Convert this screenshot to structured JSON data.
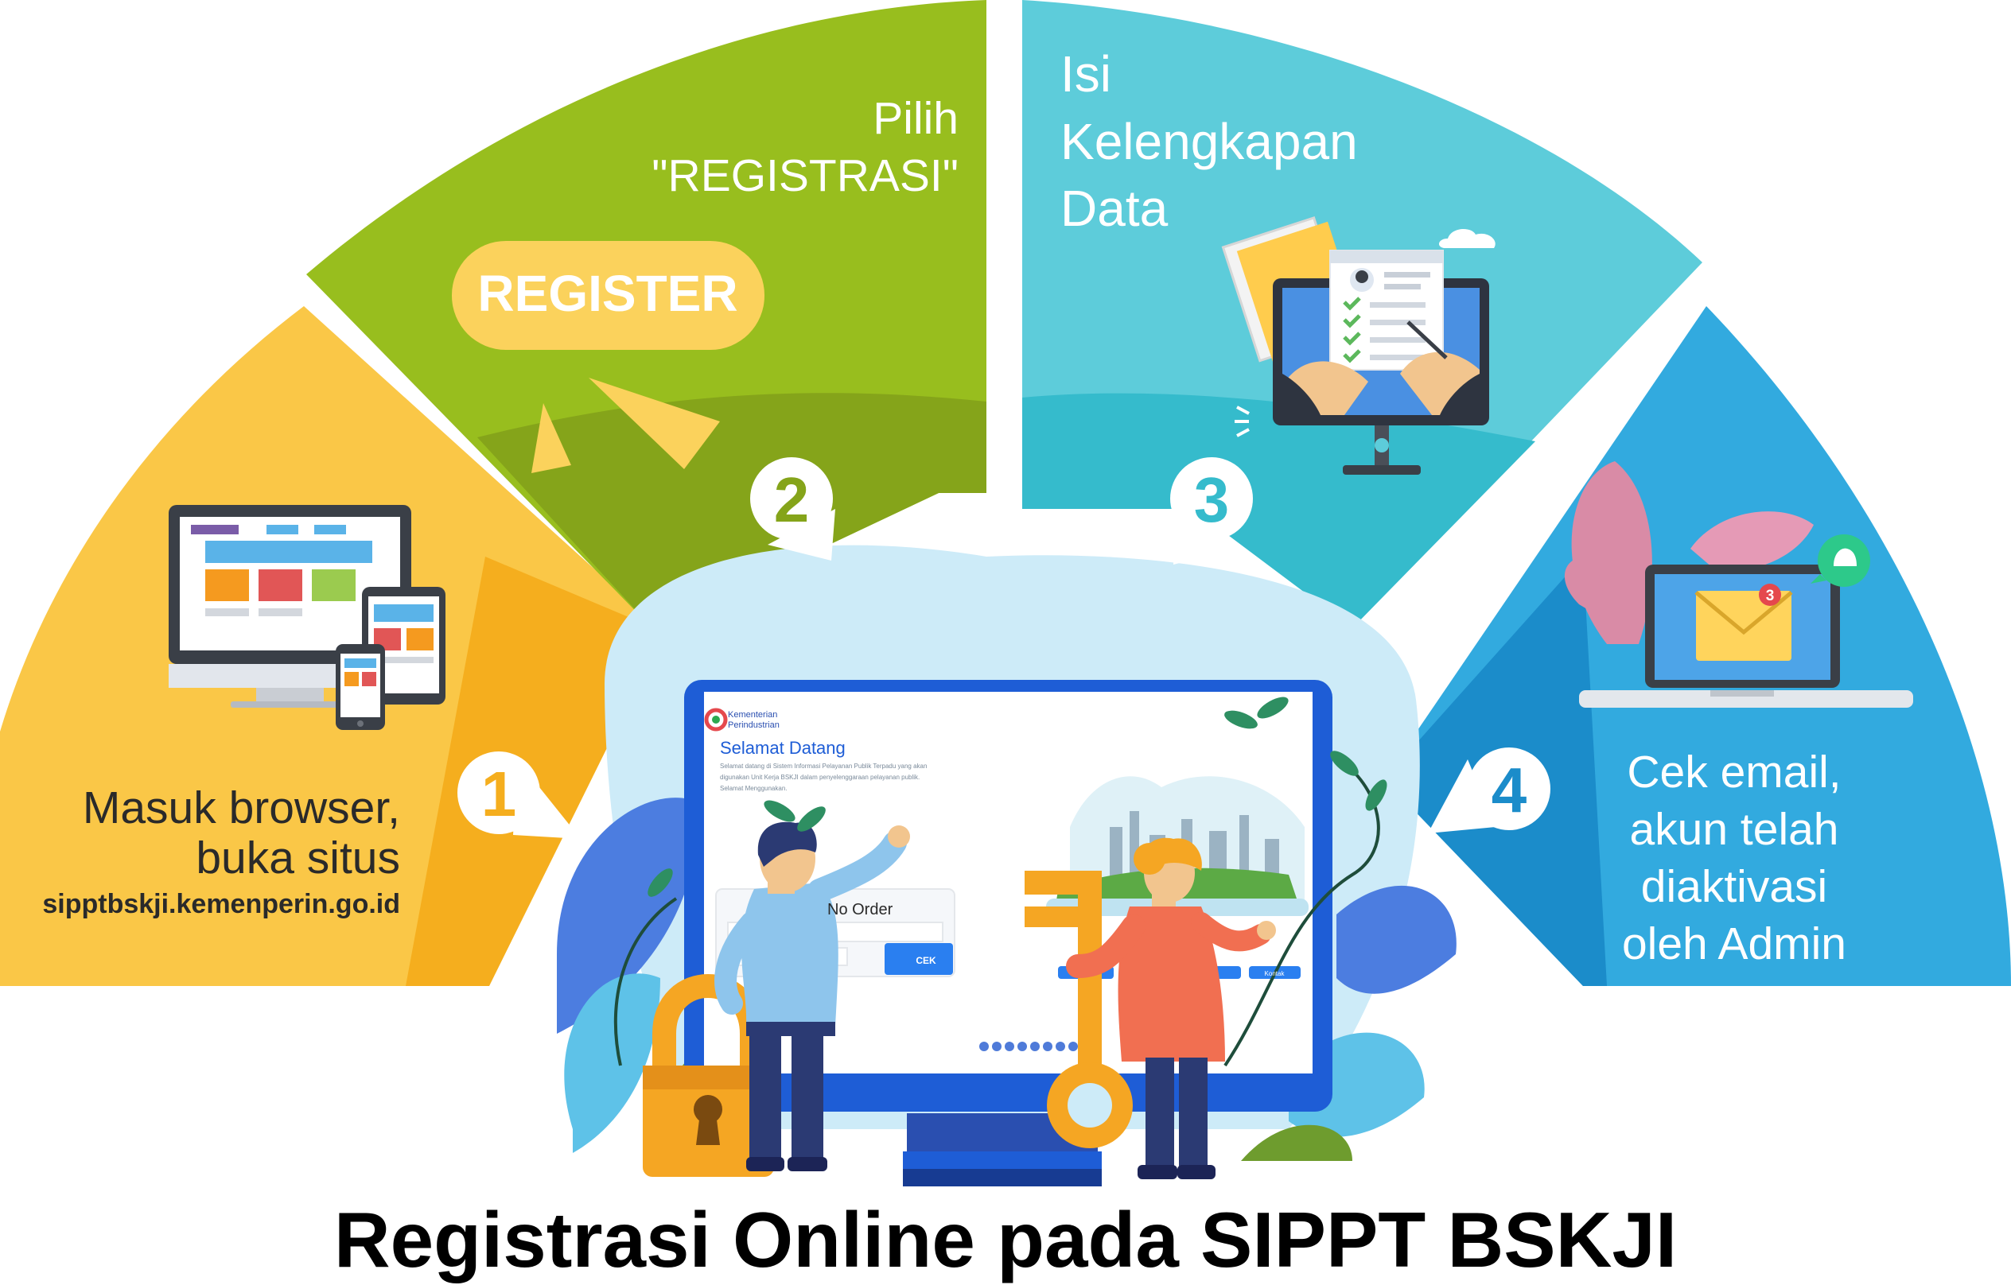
{
  "title": "Registrasi Online pada SIPPT BSKJI",
  "colors": {
    "step1": "#FAC747",
    "step1_dark": "#F5AE1E",
    "step2": "#98BE1E",
    "step2_dark": "#85A41A",
    "step3": "#5DCCDA",
    "step3_dark": "#35BBCC",
    "step4": "#32AADF",
    "step4_dark": "#1B8CCA",
    "title_text": "#000000",
    "screen_blue": "#1E5DD6"
  },
  "steps": [
    {
      "number": "1",
      "lines": [
        "Masuk browser,",
        "buka situs"
      ],
      "url": "sipptbskji.kemenperin.go.id",
      "icon": "devices-icon"
    },
    {
      "number": "2",
      "lines": [
        "Pilih",
        "\"REGISTRASI\""
      ],
      "button_label": "REGISTER",
      "icon": "register-button-icon"
    },
    {
      "number": "3",
      "lines": [
        "Isi",
        "Kelengkapan",
        "Data"
      ],
      "icon": "checklist-monitor-icon"
    },
    {
      "number": "4",
      "lines": [
        "Cek email,",
        "akun telah",
        "diaktivasi",
        "oleh Admin"
      ],
      "badge": "3",
      "icon": "laptop-email-icon"
    }
  ],
  "monitor": {
    "logo_line1": "Kementerian",
    "logo_line2": "Perindustrian",
    "heading": "Selamat Datang",
    "welcome_lines": [
      "Selamat datang di Sistem Informasi Pelayanan Publik Terpadu yang akan",
      "digunakan Unit Kerja BSKJI dalam penyelenggaraan pelayanan publik.",
      "Selamat Menggunakan."
    ],
    "form_label": "No Order",
    "button_label": "CEK",
    "nav_label": "Kontak"
  }
}
